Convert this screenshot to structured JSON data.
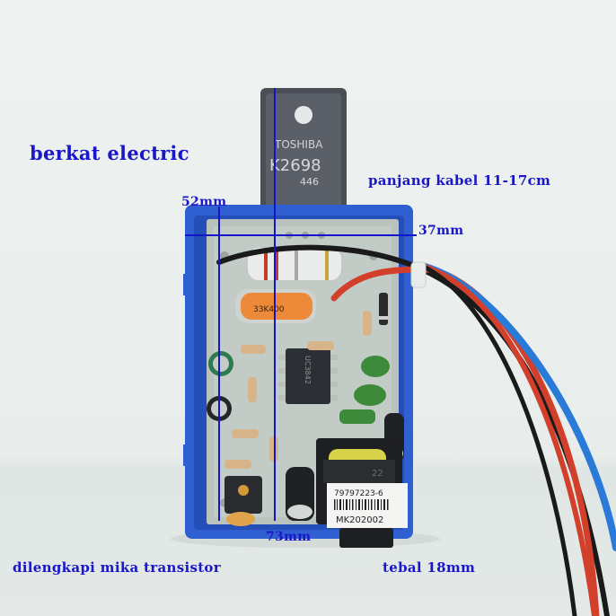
{
  "photo": {
    "subject": "Switching power supply PCB module in blue plastic frame with cables",
    "background_color": "#e9eeec",
    "frame_color": "#2f5fd0",
    "pcb_color": "#b9c2bd"
  },
  "annotations": {
    "brand": "berkat electric",
    "cable_length": "panjang kabel 11-17cm",
    "width": "52mm",
    "height": "37mm",
    "length": "73mm",
    "feature": "dilengkapi mika transistor",
    "thickness": "tebal 18mm",
    "text_color": "#1a17c9"
  },
  "components": {
    "transistor_brand": "TOSHIBA",
    "transistor_part": "K2698",
    "transistor_code": "446",
    "capacitor_label": "33K400",
    "ic_label": "UC3842",
    "transformer_label": "22",
    "sticker_serial": "79797223-6",
    "sticker_model": "MK202002"
  },
  "cables": [
    {
      "color_name": "blue",
      "color": "#2a7ad8"
    },
    {
      "color_name": "red",
      "color": "#d2402c"
    },
    {
      "color_name": "black",
      "color": "#1a1a1a"
    }
  ]
}
